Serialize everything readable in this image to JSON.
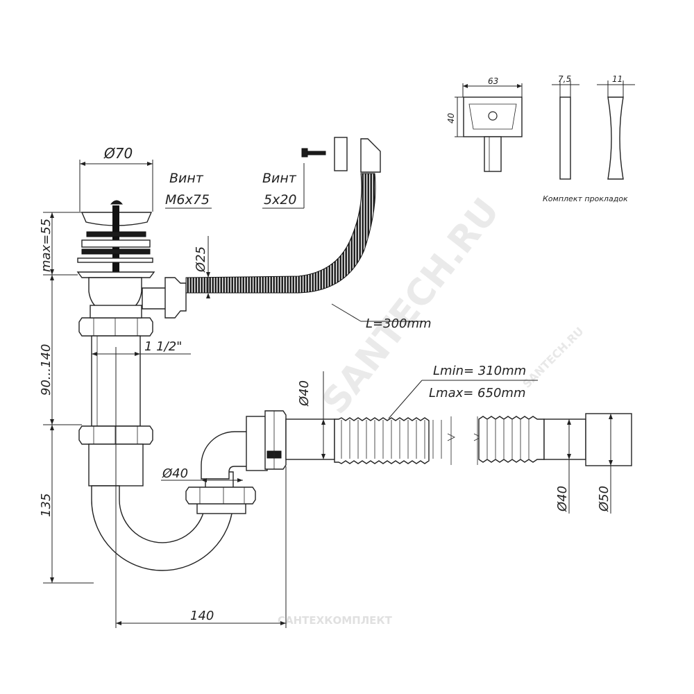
{
  "watermark": {
    "main": "SANTECH.RU",
    "small": "SANTECH.RU",
    "footer": "САНТЕХКОМПЛЕКТ"
  },
  "labels": {
    "d70": "Ø70",
    "screw1_title": "Винт",
    "screw1_size": "M6x75",
    "screw2_title": "Винт",
    "screw2_size": "5x20",
    "max55": "max=55",
    "d25": "Ø25",
    "hose_len": "L=300mm",
    "range": "90...140",
    "thread": "1 1/2\"",
    "d40_top": "Ø40",
    "lmin": "Lmin= 310mm",
    "lmax": "Lmax= 650mm",
    "d40_left": "Ø40",
    "h135": "135",
    "d40_right": "Ø40",
    "d50": "Ø50",
    "w140": "140",
    "gasket_kit": "Комплект прокладок",
    "w63": "63",
    "h40": "40",
    "w75": "7,5",
    "w11": "11"
  }
}
